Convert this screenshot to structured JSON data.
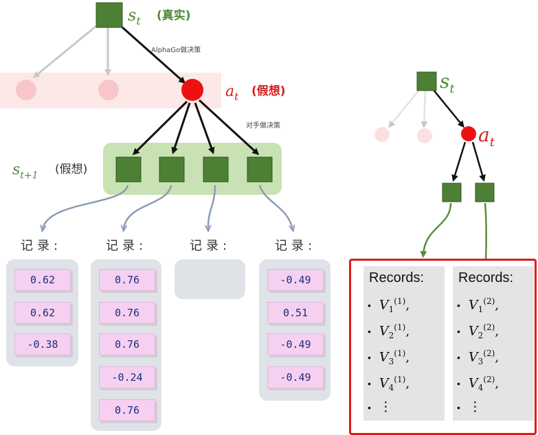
{
  "left_tree": {
    "root_label": "s",
    "root_sub": "t",
    "root_note": "(真实)",
    "action_label": "a",
    "action_sub": "t",
    "action_note": "(假想)",
    "alphago_note": "AlphaGo做决策",
    "opponent_note": "对手做决策",
    "child_label": "s",
    "child_sub": "t+1",
    "child_note": "(假想)"
  },
  "record_header": "记录:",
  "columns": [
    {
      "values": [
        "0.62",
        "0.62",
        "-0.38"
      ]
    },
    {
      "values": [
        "0.76",
        "0.76",
        "0.76",
        "-0.24",
        "0.76"
      ]
    },
    {
      "values": []
    },
    {
      "values": [
        "-0.49",
        "0.51",
        "-0.49",
        "-0.49"
      ]
    }
  ],
  "right_tree": {
    "root_label": "s",
    "root_sub": "t",
    "action_label": "a",
    "action_sub": "t"
  },
  "records": {
    "title": "Records:",
    "dots": "•",
    "ellipsis": "⋮",
    "left": [
      {
        "v": "V",
        "sub": "1",
        "sup": "(1)",
        "tail": ","
      },
      {
        "v": "V",
        "sub": "2",
        "sup": "(1)",
        "tail": ","
      },
      {
        "v": "V",
        "sub": "3",
        "sup": "(1)",
        "tail": ","
      },
      {
        "v": "V",
        "sub": "4",
        "sup": "(1)",
        "tail": ","
      }
    ],
    "right": [
      {
        "v": "V",
        "sub": "1",
        "sup": "(2)",
        "tail": ","
      },
      {
        "v": "V",
        "sub": "2",
        "sup": "(2)",
        "tail": ","
      },
      {
        "v": "V",
        "sub": "3",
        "sup": "(2)",
        "tail": ","
      },
      {
        "v": "V",
        "sub": "4",
        "sup": "(2)",
        "tail": ","
      }
    ]
  },
  "colors": {
    "node_green": "#4d7f35",
    "action_red": "#ee1111",
    "faded_pink": "#f7c6c9",
    "band_pink": "#fde8e8",
    "group_green": "#c9e2b3",
    "cell_pink": "#f5d0f0",
    "value_text": "#1a2f7a",
    "records_border": "#e01b1b"
  }
}
